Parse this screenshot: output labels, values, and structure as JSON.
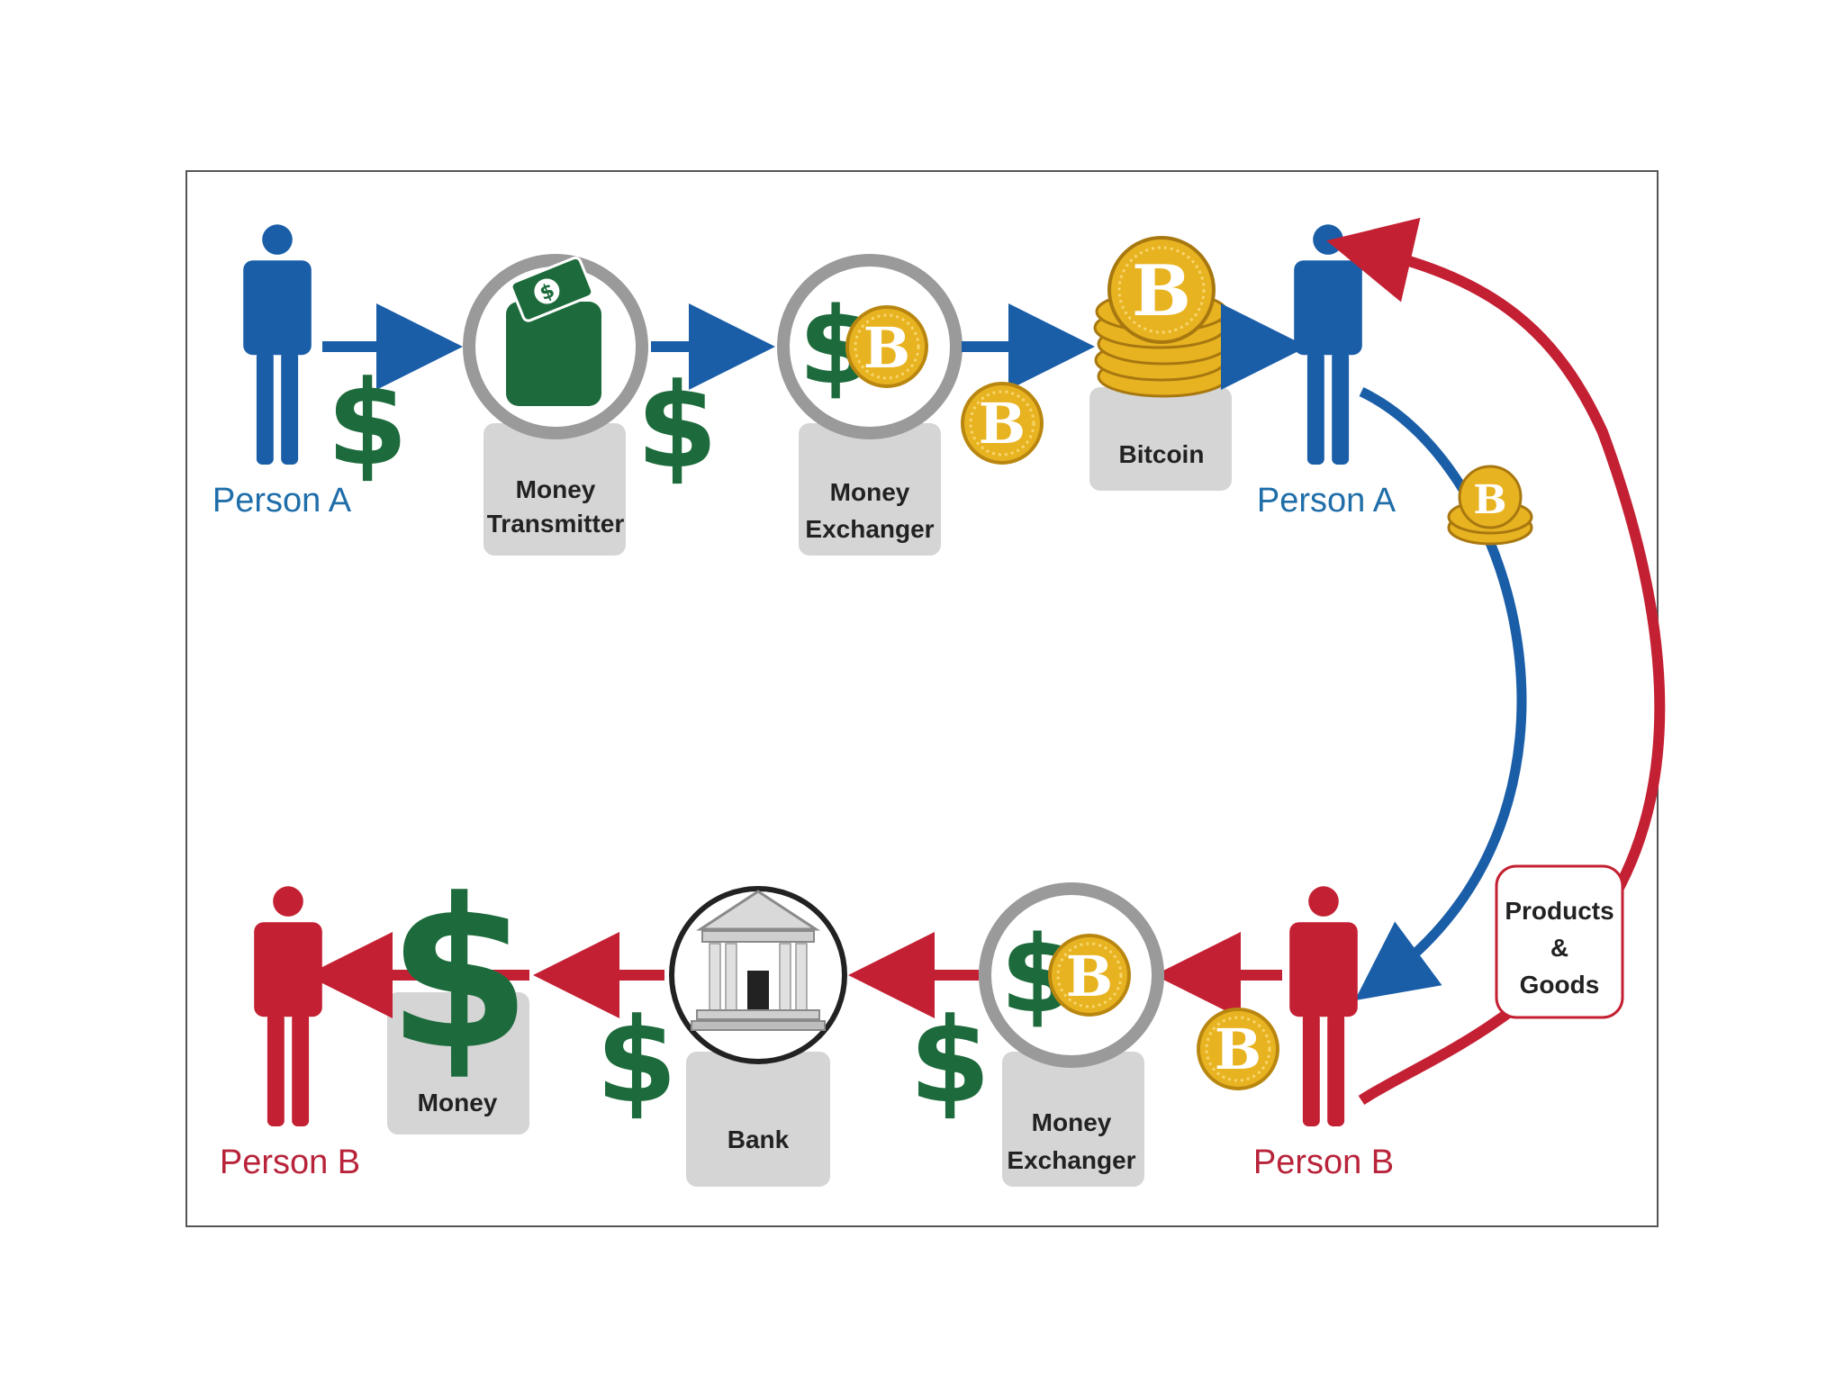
{
  "persons": {
    "a_start": "Person A",
    "a_end": "Person A",
    "b_start": "Person B",
    "b_end": "Person B"
  },
  "top_row": {
    "money_transmitter": [
      "Money",
      "Transmitter"
    ],
    "money_exchanger": [
      "Money",
      "Exchanger"
    ],
    "bitcoin": "Bitcoin"
  },
  "bottom_row": {
    "money_exchanger": [
      "Money",
      "Exchanger"
    ],
    "bank": "Bank",
    "money": "Money"
  },
  "products_goods": [
    "Products",
    "&",
    "Goods"
  ],
  "symbols": {
    "dollar": "$",
    "bitcoin": "B"
  },
  "colors": {
    "person_a": "#1a5ea8",
    "person_b": "#c42033",
    "arrow_blue": "#1a5ea8",
    "arrow_red": "#c42033",
    "money_green": "#1d6b3c",
    "coin_gold": "#e8b321",
    "plate_gray": "#d5d5d5"
  },
  "icons": [
    "person-icon",
    "wallet-money-icon",
    "dollar-bitcoin-exchange-icon",
    "bitcoin-stack-icon",
    "bank-building-icon",
    "dollar-sign-icon",
    "bitcoin-coin-icon"
  ]
}
